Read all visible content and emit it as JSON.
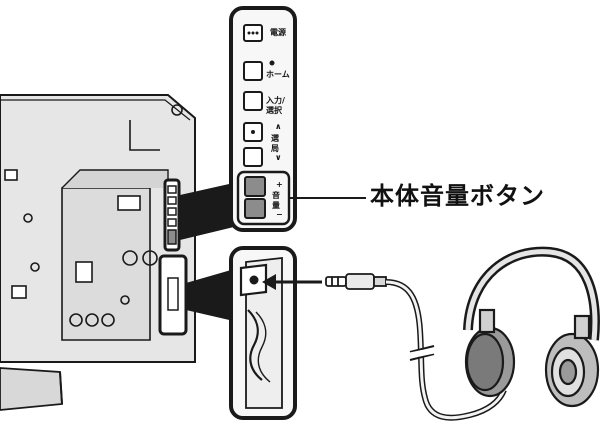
{
  "callout": {
    "label": "本体音量ボタン"
  },
  "button_panel": {
    "buttons": [
      {
        "id": "power",
        "label": "電源",
        "icon": "power-icon"
      },
      {
        "id": "home",
        "label": "ホーム",
        "icon": "home-icon"
      },
      {
        "id": "input",
        "label": "入力/\n選択",
        "icon": ""
      },
      {
        "id": "ch_up",
        "label": "∧",
        "icon": "dot-icon"
      },
      {
        "id": "ch_down",
        "label": "∨",
        "icon": ""
      },
      {
        "id": "vol_up",
        "label": "+",
        "icon": ""
      },
      {
        "id": "vol_down",
        "label": "−",
        "icon": ""
      }
    ],
    "channel_label": "選局",
    "volume_label": "音量"
  },
  "colors": {
    "line": "#1a1a1a",
    "tv_body": "#e6e6e6",
    "panel_fill": "#f7f7f7",
    "highlight": "#8c8c8c"
  }
}
